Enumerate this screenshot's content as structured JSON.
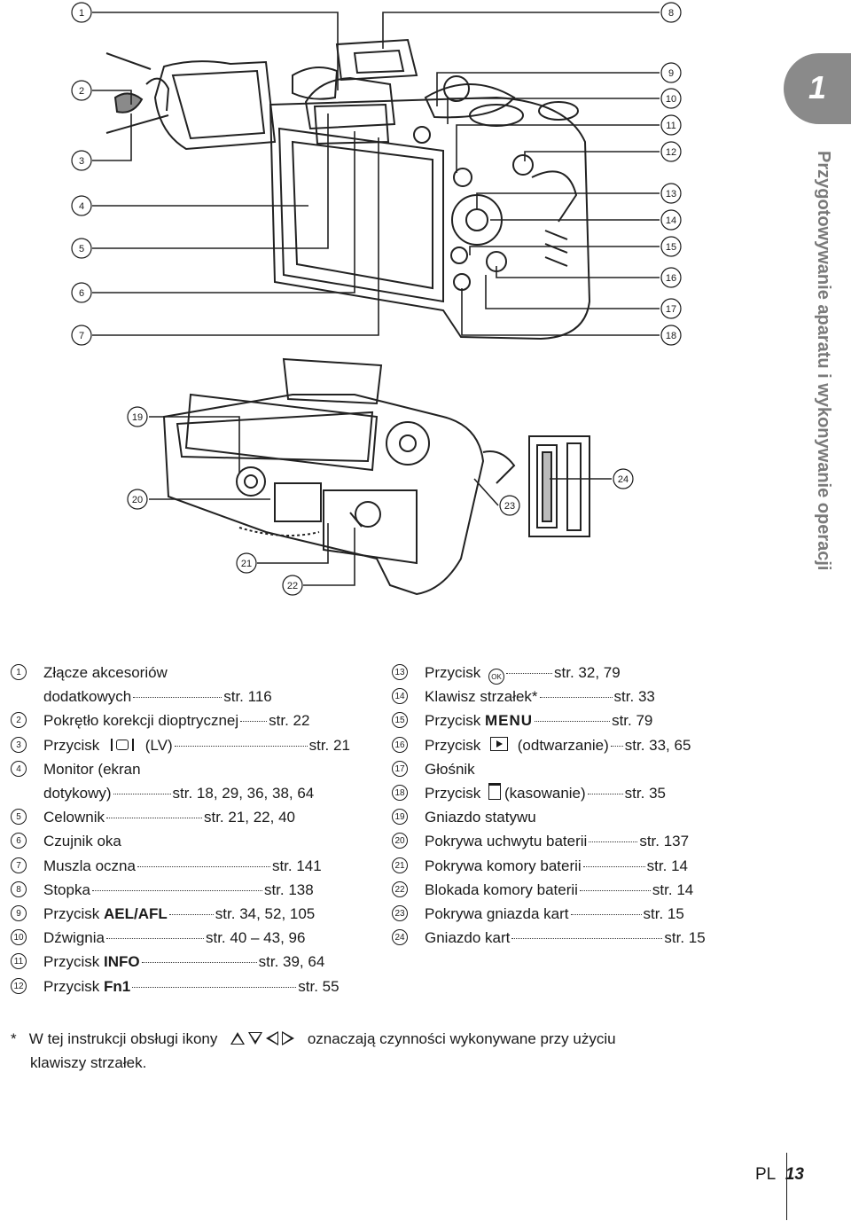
{
  "chapter": {
    "number": "1",
    "title": "Przygotowywanie aparatu i wykonywanie operacji"
  },
  "callout_numbers": [
    "1",
    "2",
    "3",
    "4",
    "5",
    "6",
    "7",
    "8",
    "9",
    "10",
    "11",
    "12",
    "13",
    "14",
    "15",
    "16",
    "17",
    "18",
    "19",
    "20",
    "21",
    "22",
    "23",
    "24"
  ],
  "left_list": [
    {
      "num": "1",
      "label": "Złącze akcesoriów",
      "label2": "dodatkowych",
      "ref": "str. 116"
    },
    {
      "num": "2",
      "label": "Pokrętło korekcji dioptrycznej",
      "ref": "str. 22"
    },
    {
      "num": "3",
      "label": "Przycisk",
      "label_icon": "(LV)",
      "ref": "str. 21"
    },
    {
      "num": "4",
      "label": "Monitor (ekran",
      "label2": "dotykowy)",
      "ref": "str. 18, 29, 36, 38, 64"
    },
    {
      "num": "5",
      "label": "Celownik",
      "ref": "str. 21, 22, 40"
    },
    {
      "num": "6",
      "label": "Czujnik oka",
      "ref": ""
    },
    {
      "num": "7",
      "label": "Muszla oczna",
      "ref": "str. 141"
    },
    {
      "num": "8",
      "label": "Stopka",
      "ref": "str. 138"
    },
    {
      "num": "9",
      "label": "Przycisk",
      "label_bold": "AEL/AFL",
      "ref": "str. 34, 52, 105"
    },
    {
      "num": "10",
      "label": "Dźwignia",
      "ref": "str. 40 – 43, 96"
    },
    {
      "num": "11",
      "label": "Przycisk",
      "label_bold": "INFO",
      "ref": "str. 39, 64"
    },
    {
      "num": "12",
      "label": "Przycisk",
      "label_bold": "Fn1",
      "ref": "str. 55"
    }
  ],
  "right_list": [
    {
      "num": "13",
      "label": "Przycisk",
      "icon": "OK",
      "ref": "str. 32, 79"
    },
    {
      "num": "14",
      "label": "Klawisz strzałek*",
      "ref": "str. 33"
    },
    {
      "num": "15",
      "label": "Przycisk",
      "label_bold": "MENU",
      "ref": "str. 79"
    },
    {
      "num": "16",
      "label": "Przycisk",
      "icon": "play",
      "label_after": "(odtwarzanie)",
      "ref": "str. 33, 65"
    },
    {
      "num": "17",
      "label": "Głośnik",
      "ref": ""
    },
    {
      "num": "18",
      "label": "Przycisk",
      "icon": "trash",
      "label_after": "(kasowanie)",
      "ref": "str. 35"
    },
    {
      "num": "19",
      "label": "Gniazdo statywu",
      "ref": ""
    },
    {
      "num": "20",
      "label": "Pokrywa uchwytu baterii",
      "ref": "str. 137"
    },
    {
      "num": "21",
      "label": "Pokrywa komory baterii",
      "ref": "str. 14"
    },
    {
      "num": "22",
      "label": "Blokada komory baterii",
      "ref": "str. 14"
    },
    {
      "num": "23",
      "label": "Pokrywa gniazda kart",
      "ref": "str. 15"
    },
    {
      "num": "24",
      "label": "Gniazdo kart",
      "ref": "str. 15"
    }
  ],
  "footnote": {
    "star": "*",
    "line1_a": "W tej instrukcji obsługi ikony",
    "line1_b": "oznaczają czynności wykonywane przy użyciu",
    "line2": "klawiszy strzałek."
  },
  "page": {
    "lang": "PL",
    "number": "13"
  }
}
